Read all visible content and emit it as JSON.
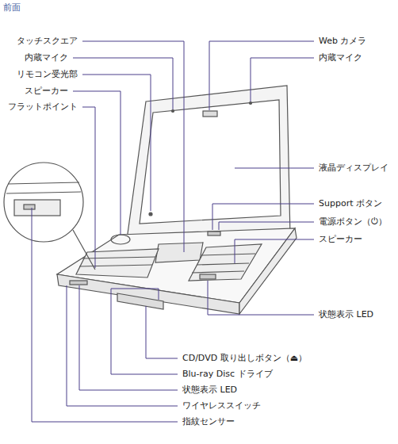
{
  "diagram": {
    "title": "前面",
    "labels": [
      "タッチスクエア",
      "内蔵マイク",
      "リモコン受光部",
      "スピーカー",
      "フラットポイント",
      "Web カメラ",
      "内蔵マイク",
      "液晶ディスプレイ",
      "Support ボタン",
      "電源ボタン（⏻）",
      "スピーカー",
      "状態表示 LED",
      "CD/DVD 取り出しボタン（⏏）",
      "Blu-ray Disc ドライブ",
      "状態表示 LED",
      "ワイヤレススイッチ",
      "指紋センサー"
    ]
  }
}
